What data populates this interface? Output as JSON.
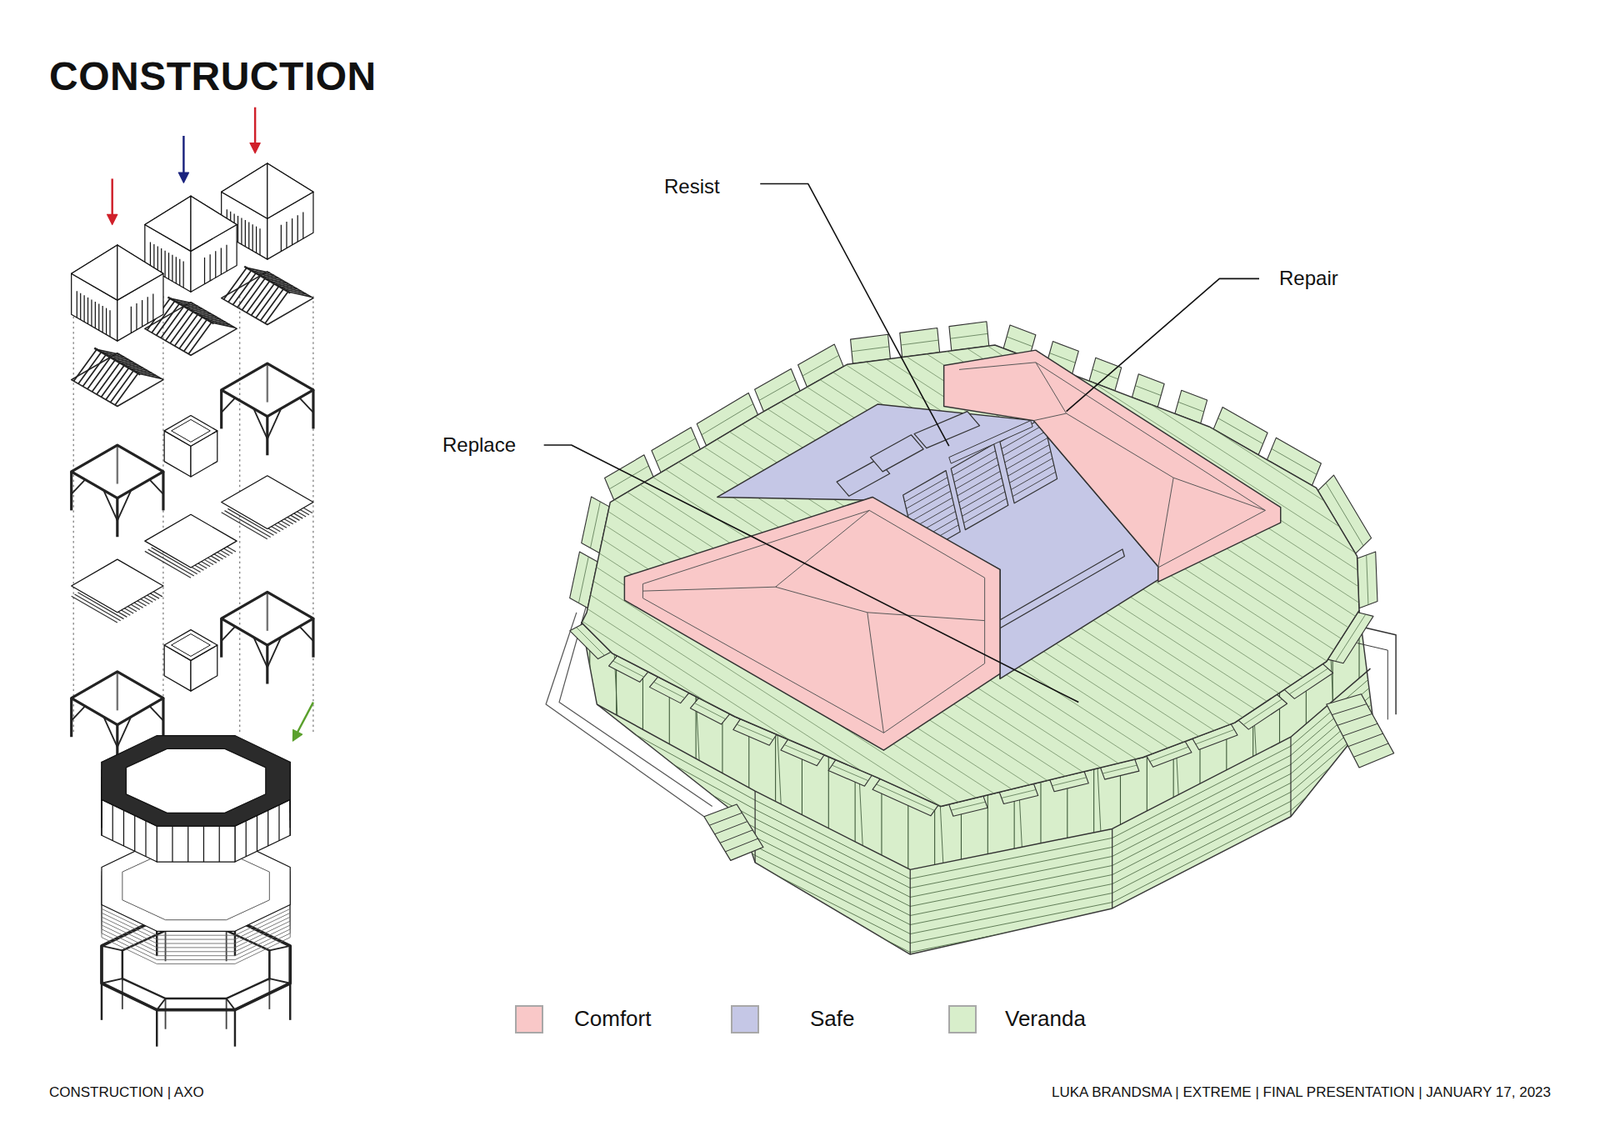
{
  "diagram": {
    "title": "CONSTRUCTION",
    "labels": [
      "Resist",
      "Repair",
      "Replace",
      "CONSTRUCTION | AXO",
      "LUKA BRANDSMA | EXTREME | FINAL PRESENTATION | JANUARY 17, 2023"
    ],
    "legend": [
      {
        "text": "Comfort",
        "color": "#f9c8c8"
      },
      {
        "text": "Safe",
        "color": "#c5c7e6"
      },
      {
        "text": "Veranda",
        "color": "#d8eecb"
      }
    ]
  }
}
